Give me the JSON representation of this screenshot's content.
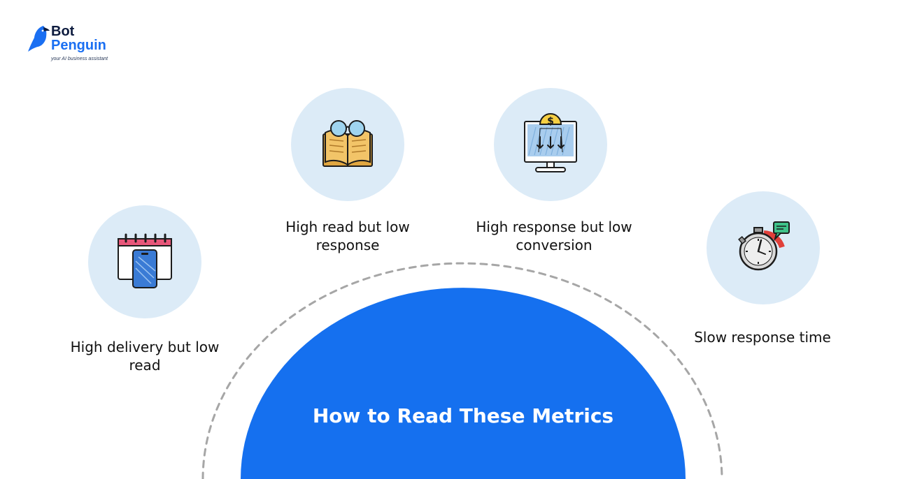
{
  "brand": {
    "name_line1": "Bot",
    "name_line2": "Penguin",
    "tagline": "your AI business assistant",
    "colors": {
      "primary": "#1a6ff2",
      "dark": "#0d1b3e"
    }
  },
  "center": {
    "title": "How to Read These Metrics",
    "color": "#1570ef"
  },
  "metrics": [
    {
      "label": "High delivery but low read",
      "icon": "calendar-phone-icon"
    },
    {
      "label": "High read but low response",
      "icon": "book-glasses-icon"
    },
    {
      "label": "High response but low conversion",
      "icon": "monitor-dollar-icon"
    },
    {
      "label": "Slow response time",
      "icon": "stopwatch-chat-icon"
    }
  ],
  "colors": {
    "circle_fill": "#dcebf7",
    "dashed_arc": "#a6a6a6"
  }
}
